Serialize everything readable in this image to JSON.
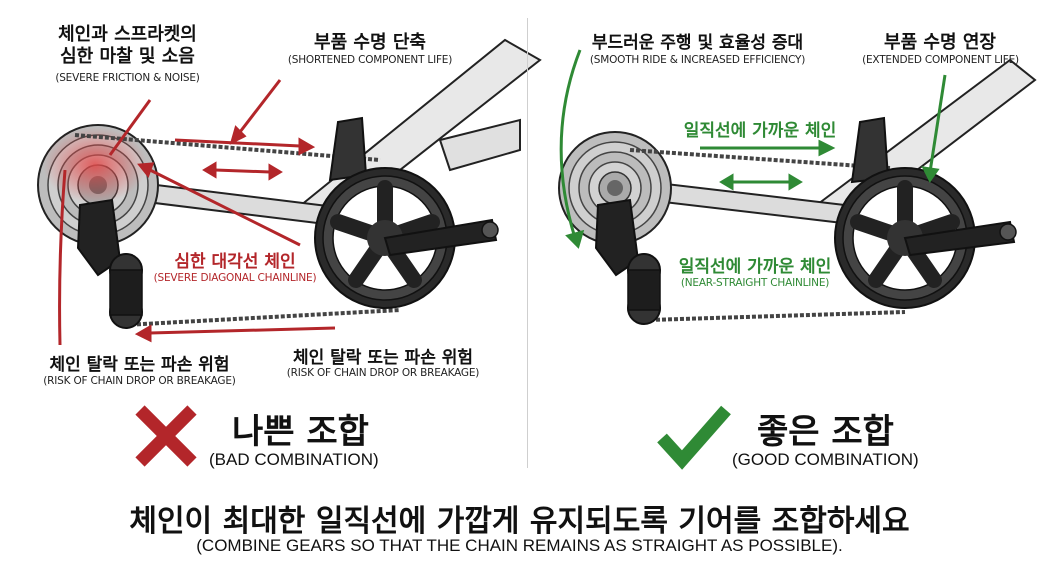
{
  "left": {
    "friction_label_ko_line1": "체인과 스프라켓의",
    "friction_label_ko_line2": "심한 마찰 및 소음",
    "friction_label_en": "(SEVERE FRICTION & NOISE)",
    "life_label_ko": "부품 수명 단축",
    "life_label_en": "(SHORTENED COMPONENT LIFE)",
    "chainline_label_ko": "심한 대각선 체인",
    "chainline_label_en": "(SEVERE DIAGONAL CHAINLINE)",
    "risk_left_ko": "체인 탈락 또는 파손 위험",
    "risk_left_en": "(RISK OF CHAIN DROP OR BREAKAGE)",
    "risk_right_ko": "체인 탈락 또는 파손 위험",
    "risk_right_en": "(RISK OF CHAIN DROP OR BREAKAGE)",
    "verdict_ko": "나쁜 조합",
    "verdict_en": "(BAD COMBINATION)",
    "accent_color": "#b3262a",
    "verdict_icon": "cross-icon"
  },
  "right": {
    "smooth_label_ko": "부드러운 주행 및 효율성 증대",
    "smooth_label_en": "(SMOOTH RIDE & INCREASED EFFICIENCY)",
    "life_label_ko": "부품 수명 연장",
    "life_label_en": "(EXTENDED COMPONENT LIFE)",
    "top_chain_label_ko": "일직선에 가까운 체인",
    "chainline_label_ko": "일직선에 가까운 체인",
    "chainline_label_en": "(NEAR-STRAIGHT CHAINLINE)",
    "verdict_ko": "좋은 조합",
    "verdict_en": "(GOOD COMBINATION)",
    "accent_color": "#2f8a35",
    "verdict_icon": "check-icon"
  },
  "footer": {
    "ko": "체인이 최대한 일직선에 가깝게 유지되도록 기어를 조합하세요",
    "en": "(COMBINE GEARS SO THAT THE CHAIN REMAINS AS STRAIGHT AS POSSIBLE)."
  }
}
